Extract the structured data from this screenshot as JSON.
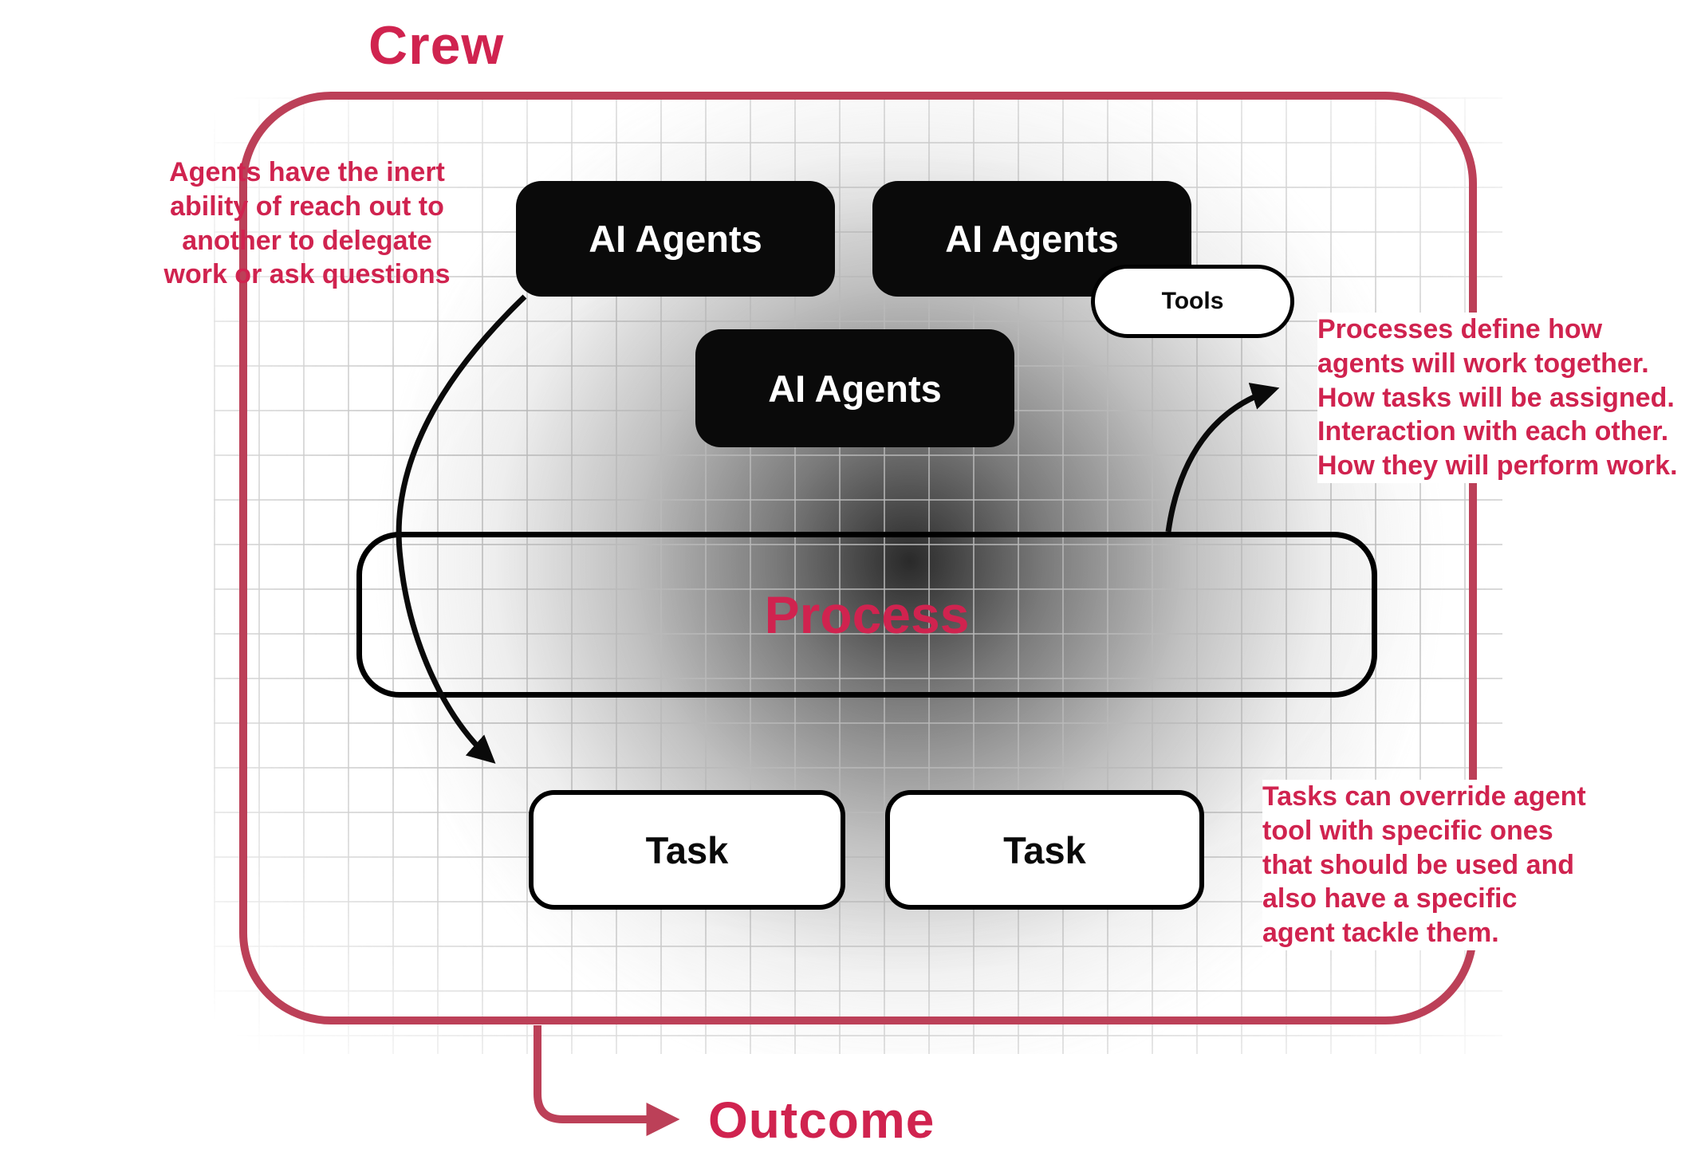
{
  "colors": {
    "accent_red": "#D0234F",
    "border_red": "#BC4058",
    "node_black": "#0a0a0a"
  },
  "title": "Crew",
  "outcome_label": "Outcome",
  "nodes": {
    "agent1": "AI Agents",
    "agent2": "AI Agents",
    "agent3": "AI Agents",
    "tools": "Tools",
    "process": "Process",
    "task1": "Task",
    "task2": "Task"
  },
  "annotations": {
    "left": "Agents have the inert\nability of reach out to\nanother to delegate\nwork or ask questions",
    "right_top": "Processes define how\nagents will work together.\nHow tasks will be assigned.\nInteraction with each other.\nHow they will perform work.",
    "right_bottom": "Tasks can override agent\ntool with specific ones\nthat should be used and\nalso have a specific\nagent tackle them."
  }
}
